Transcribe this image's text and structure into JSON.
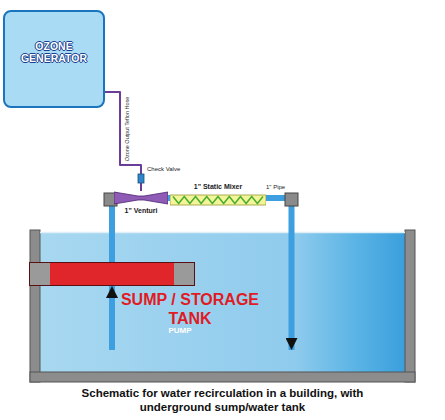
{
  "diagram": {
    "caption": "Schematic for water recirculation in a building, with underground sump/water tank",
    "nodes": [
      {
        "text": [
          "OZONE GENERATOR"
        ]
      },
      {
        "text": [
          "1\" Venturi"
        ]
      },
      {
        "text": [
          "1\" Static Mixer"
        ]
      },
      {
        "text": [
          "SUMP / STORAGE TANK"
        ]
      },
      {
        "text": [
          "PUMP"
        ],
        "in": 3
      }
    ],
    "edges": [
      {
        "from": 3,
        "to": 4,
        "arrow": "to"
      },
      {
        "from": 4,
        "to": 1,
        "arrow": "none"
      },
      {
        "from": 1,
        "to": 2,
        "arrow": "none"
      },
      {
        "from": 2,
        "to": 3,
        "arrow": "to"
      },
      {
        "from": 0,
        "to": 1,
        "label": "Ozone Output Teflon Hose",
        "arrow": "none"
      }
    ],
    "labels": [
      "Check Valve",
      "1\" Pipe"
    ]
  }
}
